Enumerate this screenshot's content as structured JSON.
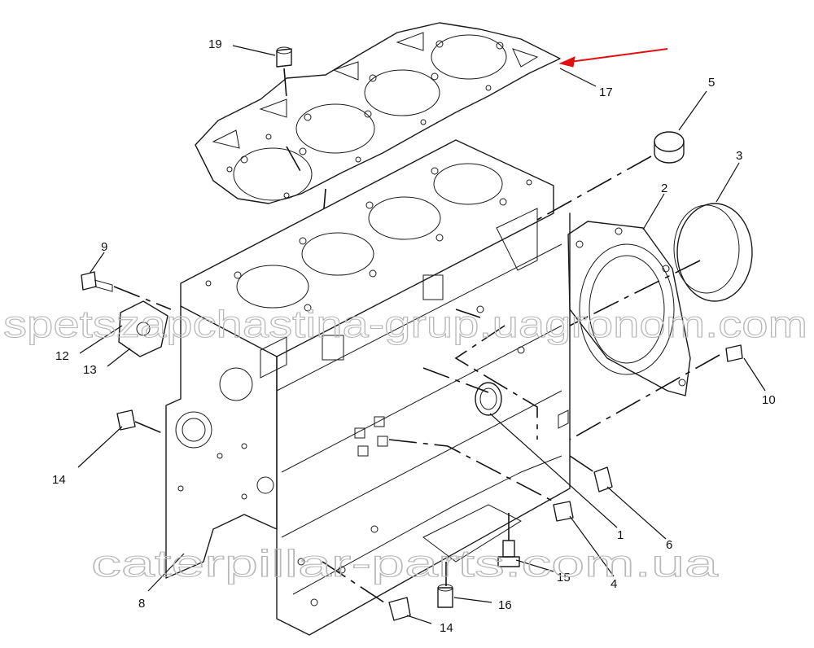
{
  "diagram": {
    "callouts": {
      "c1": "1",
      "c2": "2",
      "c3": "3",
      "c4": "4",
      "c5": "5",
      "c6": "6",
      "c8": "8",
      "c9": "9",
      "c10": "10",
      "c12": "12",
      "c13": "13",
      "c14a": "14",
      "c14b": "14",
      "c15": "15",
      "c16": "16",
      "c17": "17",
      "c19": "19"
    },
    "watermarks": {
      "top": "spetszapchastina-grup.uagronom.com",
      "bottom": "caterpillar-parts.com.ua"
    },
    "colors": {
      "arrow": "#e01010",
      "line": "#1a1a1a",
      "watermark": "#b8b8b8"
    }
  }
}
